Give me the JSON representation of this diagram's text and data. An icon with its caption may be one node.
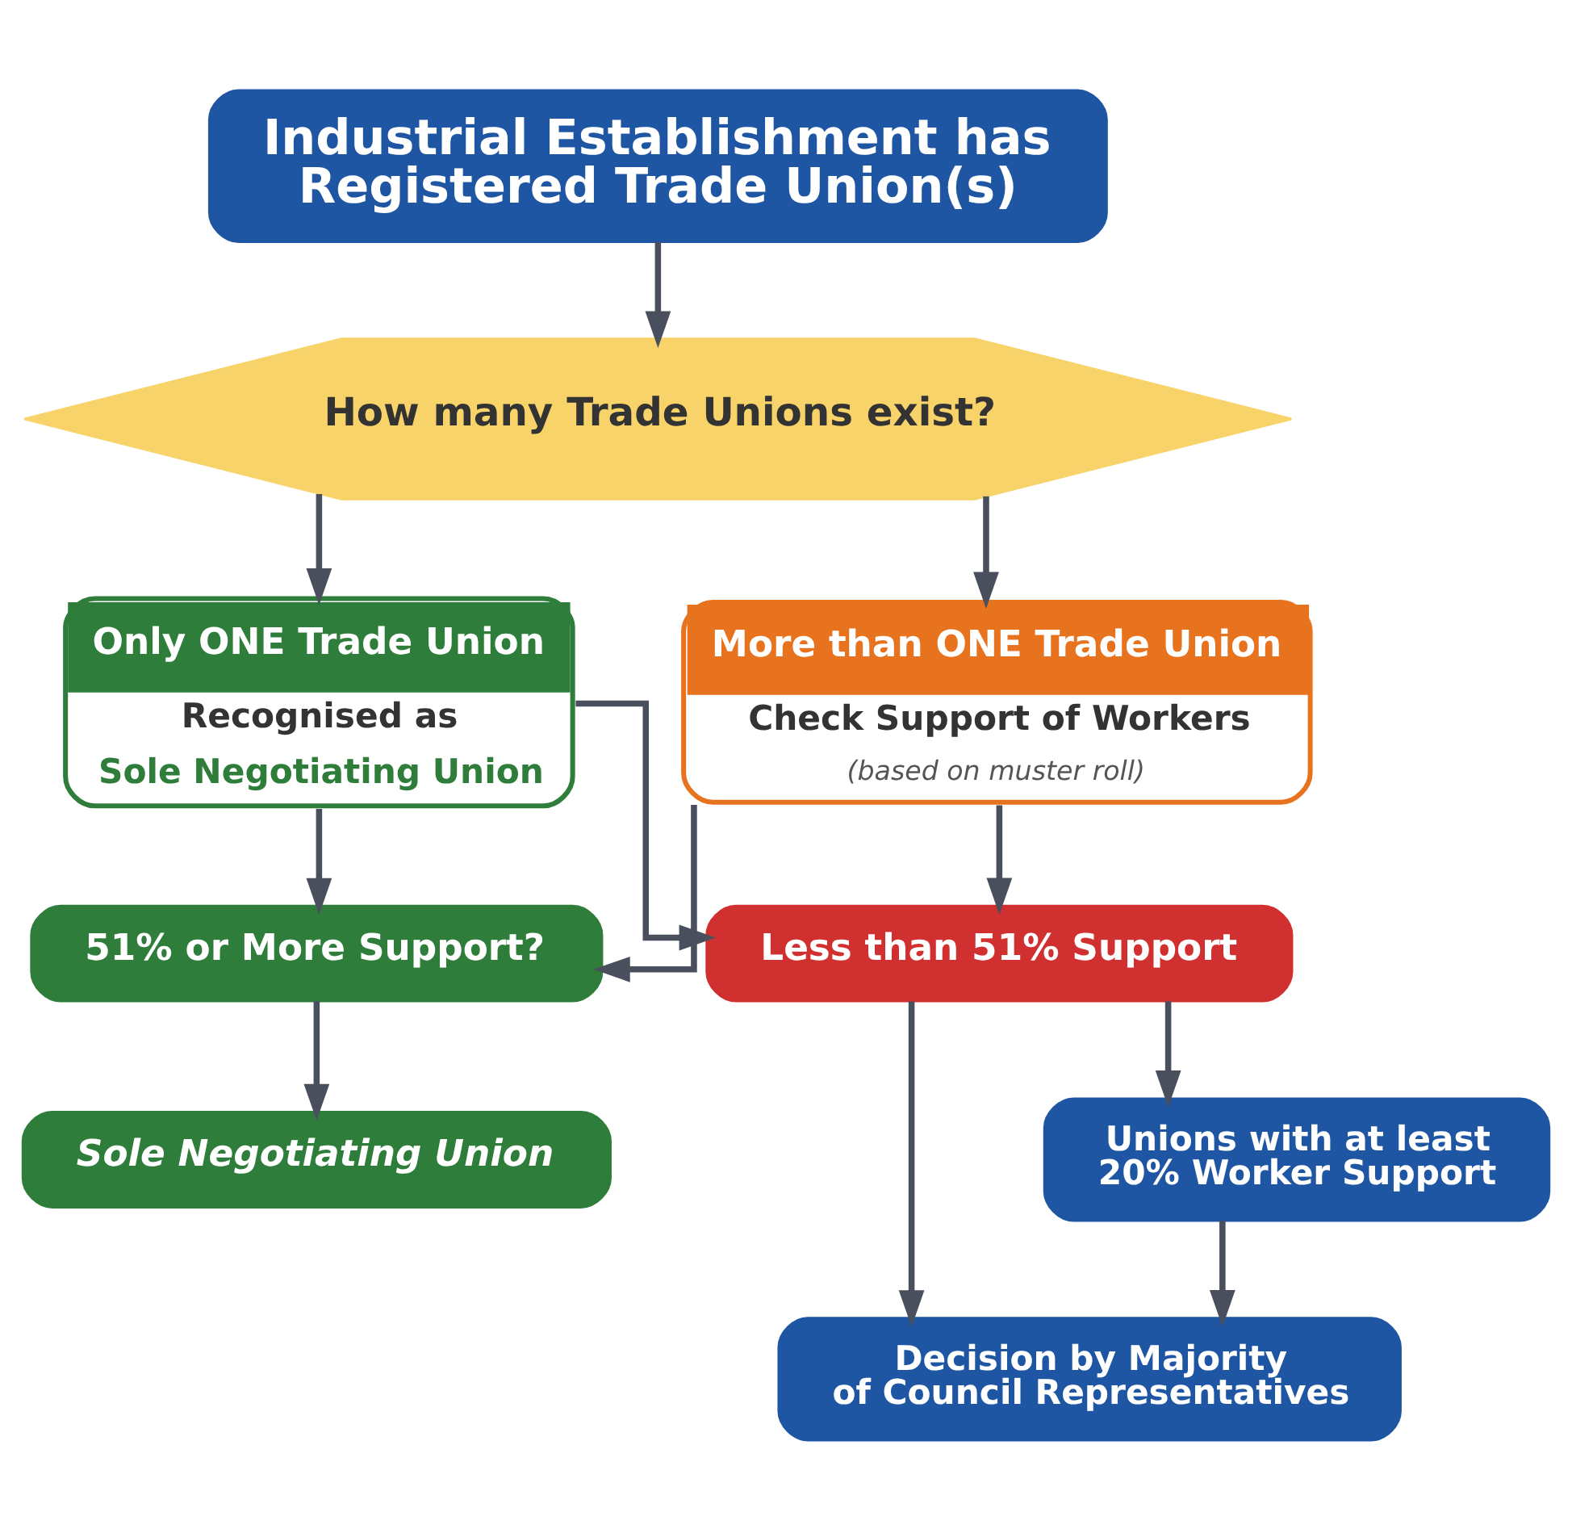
{
  "diagram": {
    "nodes": [
      {
        "text": [
          "Industrial Establishment has Registered Trade Union(s)"
        ]
      },
      {
        "text": [
          "How many Trade Unions exist?"
        ]
      },
      {
        "text": [
          "Only ONE Trade Union",
          "Recognised as",
          "Sole Negotiating Union"
        ]
      },
      {
        "text": [
          "More than ONE Trade Union",
          "Check Support of Workers",
          "(based on muster roll)"
        ]
      },
      {
        "text": [
          "51% or More Support?"
        ]
      },
      {
        "text": [
          "Less than 51% Support"
        ]
      },
      {
        "text": [
          "Sole Negotiating Union"
        ]
      },
      {
        "text": [
          "Unions with at least 20% Worker Support"
        ]
      },
      {
        "text": [
          "Decision by Majority of Council Representatives"
        ]
      }
    ],
    "edges": [
      {
        "from": 0,
        "to": 1,
        "arrow": "to"
      },
      {
        "from": 1,
        "to": 2,
        "arrow": "to"
      },
      {
        "from": 1,
        "to": 3,
        "arrow": "to"
      },
      {
        "from": 2,
        "to": 4,
        "arrow": "to"
      },
      {
        "from": 2,
        "to": 5,
        "arrow": "to"
      },
      {
        "from": 3,
        "to": 4,
        "arrow": "to"
      },
      {
        "from": 3,
        "to": 5,
        "arrow": "to"
      },
      {
        "from": 4,
        "to": 6,
        "arrow": "to"
      },
      {
        "from": 5,
        "to": 7,
        "arrow": "to"
      },
      {
        "from": 7,
        "to": 8,
        "arrow": "to"
      },
      {
        "from": 5,
        "to": 8,
        "arrow": "to"
      }
    ]
  }
}
